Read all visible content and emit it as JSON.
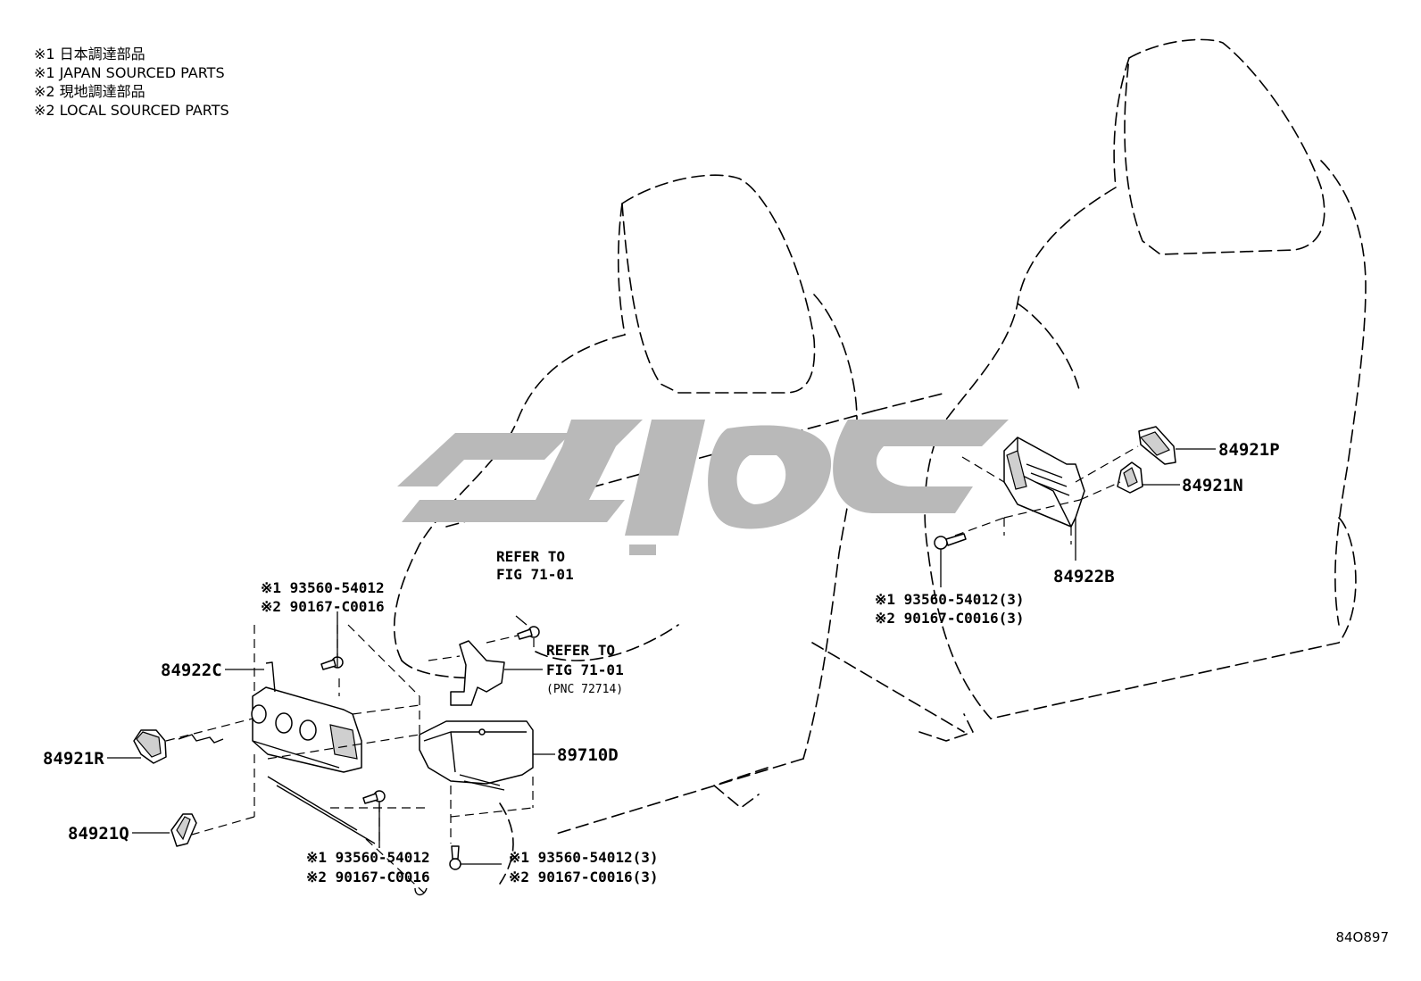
{
  "legend": [
    "※1 日本調達部品",
    "※1 JAPAN SOURCED PARTS",
    "※2 現地調達部品",
    "※2 LOCAL SOURCED PARTS"
  ],
  "callouts": {
    "p84921P": "84921P",
    "p84921N": "84921N",
    "p84922B": "84922B",
    "p84922C": "84922C",
    "p84921R": "84921R",
    "p84921Q": "84921Q",
    "p89710D": "89710D"
  },
  "refer_upper": [
    "REFER TO",
    "FIG 71-01"
  ],
  "refer_lower": [
    "REFER TO",
    "FIG 71-01",
    "(PNC 72714)"
  ],
  "notes": {
    "right_bolt": [
      "※1 93560-54012(3)",
      "※2 90167-C0016(3)"
    ],
    "left_top_bolt": [
      "※1 93560-54012",
      "※2 90167-C0016"
    ],
    "left_bottom_bolt": [
      "※1 93560-54012",
      "※2 90167-C0016"
    ],
    "ecu_bolt": [
      "※1 93560-54012(3)",
      "※2 90167-C0016(3)"
    ]
  },
  "diagram_id": "84O897",
  "colors": {
    "line": "#000000",
    "background": "#ffffff",
    "watermark": "#b9b9b9"
  }
}
